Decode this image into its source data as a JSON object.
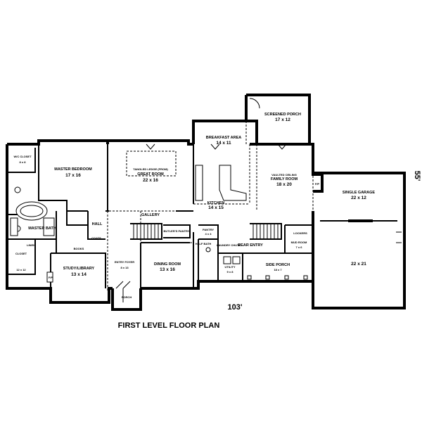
{
  "plan_title": "FIRST LEVEL FLOOR PLAN",
  "overall_width": "103'",
  "overall_depth": "55'",
  "rooms": {
    "screened_porch": {
      "name": "SCREENED PORCH",
      "dim": "17 x 12"
    },
    "breakfast_area": {
      "name": "BREAKFAST AREA",
      "dim": "14 x 11"
    },
    "wic_closet": {
      "name": "W/C CLOSET",
      "dim": "8 x 8"
    },
    "master_bedroom": {
      "name": "MASTER BEDROOM",
      "dim": "17 x 16"
    },
    "great_room": {
      "name": "GREAT ROOM",
      "dim": "22 x 16",
      "note": "TANGLED LEDGE (FROM)"
    },
    "family_room": {
      "name": "FAMILY ROOM",
      "dim": "18 x 20",
      "note": "VAULTED CEILING"
    },
    "fp": {
      "name": "F/P"
    },
    "single_garage": {
      "name": "SINGLE GARAGE",
      "dim": "22 x 12"
    },
    "kitchen": {
      "name": "KITCHEN",
      "dim": "14 x 15"
    },
    "gallery": {
      "name": "GALLERY"
    },
    "hall": {
      "name": "HALL"
    },
    "master_bath": {
      "name": "MASTER BATH"
    },
    "closet": {
      "name": "CLOSET",
      "dim": "12 x 12"
    },
    "study_library": {
      "name": "STUDY/LIBRARY",
      "dim": "13 x 14"
    },
    "entry_foyer": {
      "name": "ENTRY FOYER",
      "dim": "8 x 13"
    },
    "dining_room": {
      "name": "DINING ROOM",
      "dim": "13 x 16"
    },
    "pantry": {
      "name": "PANTRY",
      "dim": "4 x 4"
    },
    "half_bath": {
      "name": "HALF BATH"
    },
    "rear_entry": {
      "name": "REAR ENTRY"
    },
    "mud_room": {
      "name": "MUD ROOM",
      "dim": "7 x 6"
    },
    "utility": {
      "name": "UTILITY",
      "dim": "9 x 8"
    },
    "side_porch": {
      "name": "SIDE PORCH",
      "dim": "18 x 7"
    },
    "garage": {
      "dim": "22 x 21"
    },
    "porch": {
      "name": "PORCH"
    },
    "butlers_pantry": {
      "name": "BUTLER'S PANTRY"
    },
    "lockers": {
      "name": "LOCKERS"
    },
    "laundry_chute": {
      "name": "LAUNDRY CHUTE"
    },
    "coats": {
      "name": "COATS"
    },
    "linen": {
      "name": "LINEN"
    },
    "books": {
      "name": "BOOKS"
    },
    "fp_study": {
      "name": "F/P"
    }
  }
}
